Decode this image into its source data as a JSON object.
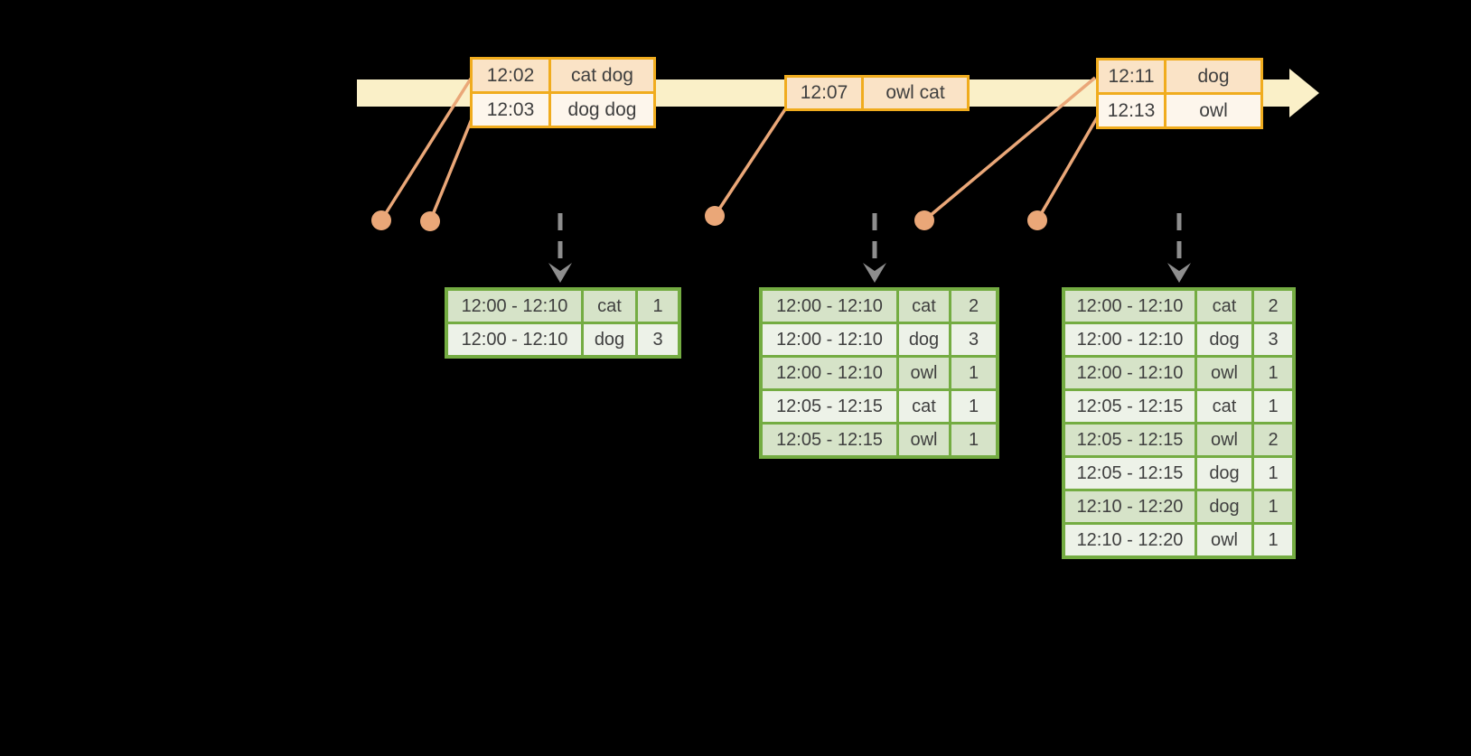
{
  "colors": {
    "background": "#000000",
    "timeline_fill": "#FAF0C8",
    "event_table_border": "#F0AC1E",
    "event_row_dark": "#FAE3C6",
    "event_row_light": "#FDF6EC",
    "connector_and_dots": "#EAA778",
    "result_table_border": "#74AC42",
    "result_row_dark": "#D6E3C8",
    "result_row_light": "#EDF2E8",
    "trigger_arrow": "#8E8E8E",
    "text": "#3F3F3F"
  },
  "event_tables": [
    {
      "rows": [
        {
          "time": "12:02",
          "words": "cat dog"
        },
        {
          "time": "12:03",
          "words": "dog dog"
        }
      ]
    },
    {
      "rows": [
        {
          "time": "12:07",
          "words": "owl cat"
        }
      ]
    },
    {
      "rows": [
        {
          "time": "12:11",
          "words": "dog"
        },
        {
          "time": "12:13",
          "words": "owl"
        }
      ]
    }
  ],
  "result_tables": [
    {
      "rows": [
        {
          "window": "12:00 - 12:10",
          "word": "cat",
          "count": "1"
        },
        {
          "window": "12:00 - 12:10",
          "word": "dog",
          "count": "3"
        }
      ]
    },
    {
      "rows": [
        {
          "window": "12:00 - 12:10",
          "word": "cat",
          "count": "2"
        },
        {
          "window": "12:00 - 12:10",
          "word": "dog",
          "count": "3"
        },
        {
          "window": "12:00 - 12:10",
          "word": "owl",
          "count": "1"
        },
        {
          "window": "12:05 - 12:15",
          "word": "cat",
          "count": "1"
        },
        {
          "window": "12:05 - 12:15",
          "word": "owl",
          "count": "1"
        }
      ]
    },
    {
      "rows": [
        {
          "window": "12:00 - 12:10",
          "word": "cat",
          "count": "2"
        },
        {
          "window": "12:00 - 12:10",
          "word": "dog",
          "count": "3"
        },
        {
          "window": "12:00 - 12:10",
          "word": "owl",
          "count": "1"
        },
        {
          "window": "12:05 - 12:15",
          "word": "cat",
          "count": "1"
        },
        {
          "window": "12:05 - 12:15",
          "word": "owl",
          "count": "2"
        },
        {
          "window": "12:05 - 12:15",
          "word": "dog",
          "count": "1"
        },
        {
          "window": "12:10 - 12:20",
          "word": "dog",
          "count": "1"
        },
        {
          "window": "12:10 - 12:20",
          "word": "owl",
          "count": "1"
        }
      ]
    }
  ]
}
